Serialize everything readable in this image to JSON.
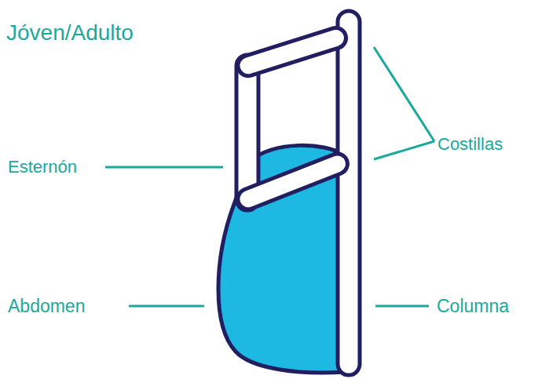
{
  "diagram": {
    "title": "Jóven/Adulto",
    "labels": [
      "Costillas",
      "Esternón",
      "Abdomen",
      "Columna"
    ]
  }
}
